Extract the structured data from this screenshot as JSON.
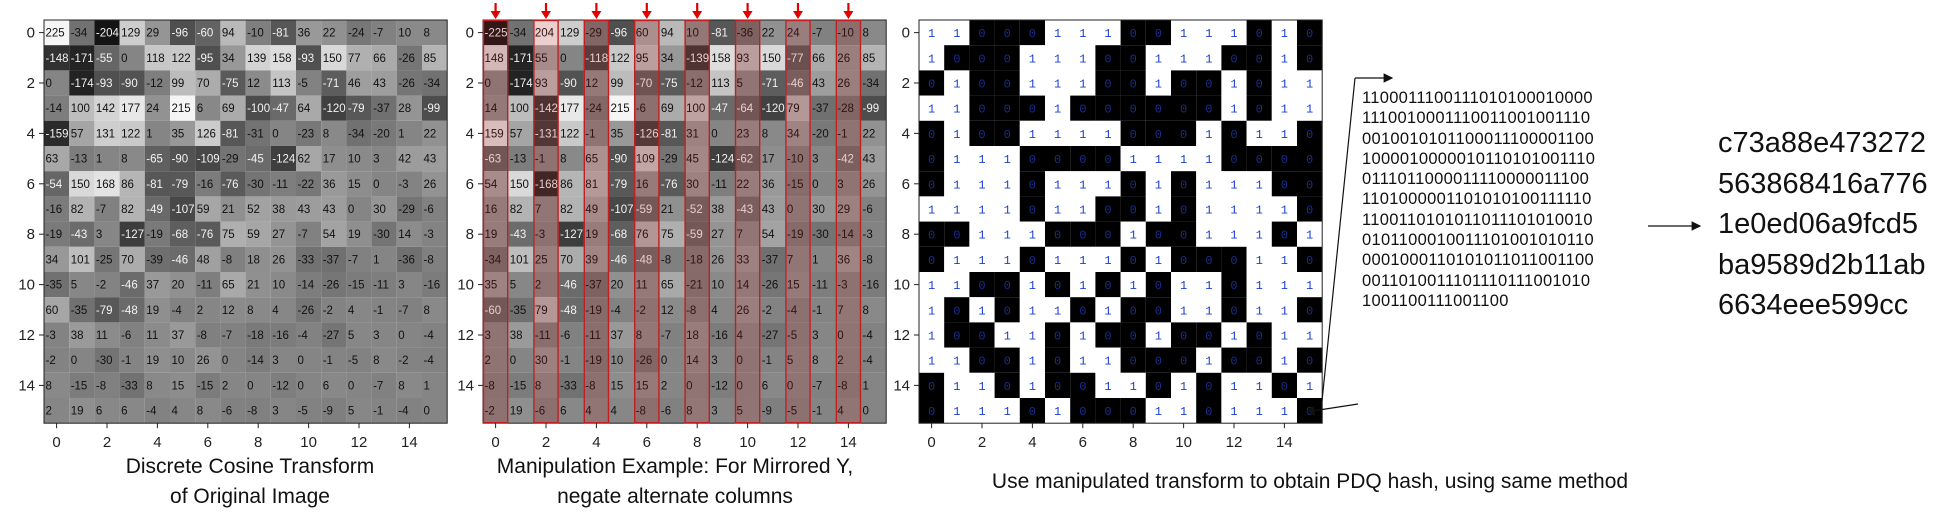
{
  "captions": {
    "dct": [
      "Discrete Cosine Transform",
      "of Original Image"
    ],
    "manip": [
      "Manipulation Example: For Mirrored Y,",
      "negate alternate columns"
    ],
    "hash": "Use manipulated transform to obtain PDQ  hash, using same method"
  },
  "axes": {
    "ticks": [
      "0",
      "2",
      "4",
      "6",
      "8",
      "10",
      "12",
      "14"
    ],
    "tick_values": [
      0,
      2,
      4,
      6,
      8,
      10,
      12,
      14
    ]
  },
  "dct_matrix": [
    [
      225,
      -34,
      -204,
      129,
      29,
      -96,
      -60,
      94,
      -10,
      -81,
      36,
      22,
      -24,
      -7,
      10,
      8
    ],
    [
      -148,
      -171,
      -55,
      0,
      118,
      122,
      -95,
      34,
      139,
      158,
      -93,
      150,
      77,
      66,
      -26,
      85
    ],
    [
      0,
      -174,
      -93,
      -90,
      -12,
      99,
      70,
      -75,
      12,
      113,
      -5,
      -71,
      46,
      43,
      -26,
      -34
    ],
    [
      -14,
      100,
      142,
      177,
      24,
      215,
      6,
      69,
      -100,
      -47,
      64,
      -120,
      -79,
      -37,
      28,
      -99
    ],
    [
      -159,
      57,
      131,
      122,
      1,
      35,
      126,
      -81,
      -31,
      0,
      -23,
      8,
      -34,
      -20,
      1,
      22
    ],
    [
      63,
      -13,
      1,
      8,
      -65,
      -90,
      -109,
      -29,
      -45,
      -124,
      62,
      17,
      10,
      3,
      42,
      43
    ],
    [
      -54,
      150,
      168,
      86,
      -81,
      -79,
      -16,
      -76,
      -30,
      -11,
      -22,
      36,
      15,
      0,
      -3,
      26
    ],
    [
      -16,
      82,
      -7,
      82,
      -49,
      -107,
      59,
      21,
      52,
      38,
      43,
      43,
      0,
      30,
      -29,
      -6
    ],
    [
      -19,
      -43,
      3,
      -127,
      -19,
      -68,
      -76,
      75,
      59,
      27,
      -7,
      54,
      19,
      -30,
      14,
      -3
    ],
    [
      34,
      101,
      -25,
      70,
      -39,
      -46,
      48,
      -8,
      18,
      26,
      -33,
      -37,
      -7,
      1,
      -36,
      -8
    ],
    [
      -35,
      5,
      -2,
      -46,
      37,
      20,
      -11,
      65,
      21,
      10,
      -14,
      -26,
      -15,
      -11,
      3,
      -16
    ],
    [
      60,
      -35,
      -79,
      -48,
      19,
      -4,
      2,
      12,
      8,
      4,
      -26,
      -2,
      4,
      -1,
      -7,
      8
    ],
    [
      -3,
      38,
      11,
      -6,
      11,
      37,
      -8,
      -7,
      -18,
      -16,
      -4,
      -27,
      5,
      3,
      0,
      -4
    ],
    [
      -2,
      0,
      -30,
      -1,
      19,
      10,
      26,
      0,
      -14,
      3,
      0,
      -1,
      -5,
      8,
      -2,
      -4
    ],
    [
      8,
      -15,
      -8,
      -33,
      8,
      15,
      -15,
      2,
      0,
      -12,
      0,
      6,
      0,
      -7,
      8,
      1
    ],
    [
      2,
      19,
      6,
      6,
      -4,
      4,
      8,
      -6,
      -8,
      3,
      -5,
      -9,
      5,
      -1,
      -4,
      0
    ]
  ],
  "hash_grid": [
    "1100011100111010",
    "1000111001110010",
    "0100111001001011",
    "1100010000001011",
    "0100111100010110",
    "0111000011110000",
    "0111011101011100",
    "1111011001011110",
    "0011100010011101",
    "0111011101000110",
    "1100101010110111",
    "1010110100110110",
    "1001101001001011",
    "1100101100010010",
    "0110100110101101",
    "0111010001101110"
  ],
  "bit_lines": [
    "1100011100111010100010000",
    "1110010001110011001001110",
    "0010010101100011100001100",
    "1000010000010110101001110",
    "0111011000011110000011100",
    "1101000001101010100111110",
    "1100110101011011101010010",
    "0101100010011101001010110",
    "0001000110101011011001100",
    "0011010011101110111001010",
    "1001100111001100"
  ],
  "hex_lines": [
    "c73a88e473272",
    "563868416a776",
    "1e0ed06a9fcd5",
    "ba9589d2b11ab",
    "6634eee599cc"
  ],
  "colors": {
    "arrow": "#e00000",
    "column_tint": "#c02020",
    "bit_text": "#1a3fd0"
  }
}
